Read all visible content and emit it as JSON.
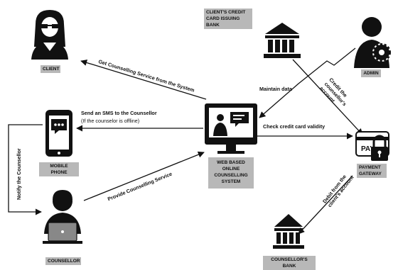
{
  "nodes": {
    "client": "CLIENT",
    "bank_top": "CLIENT'S CREDIT CARD ISSUING BANK",
    "admin": "ADMIN",
    "mobile": "MOBILE PHONE",
    "system": "WEB BASED ONLINE COUNSELLING SYSTEM",
    "gateway": "PAYMENT GATEWAY",
    "counsellor": "COUNSELLOR",
    "counsellor_bank": "COUNSELLOR'S BANK"
  },
  "edges": {
    "get_service": "Get Counselling Service from the System",
    "sms": "Send an SMS to the Counsellor",
    "sms_note": "(If the counselor is offline)",
    "notify": "Notify the Counsellor",
    "provide": "Provide Counselling Service",
    "maintain": "Maintain data",
    "check_card": "Check credit card validity",
    "credit": "Credit the counsellor's account",
    "debit": "Debit from the client's account"
  },
  "icons": {
    "pay_text": "PAY"
  }
}
